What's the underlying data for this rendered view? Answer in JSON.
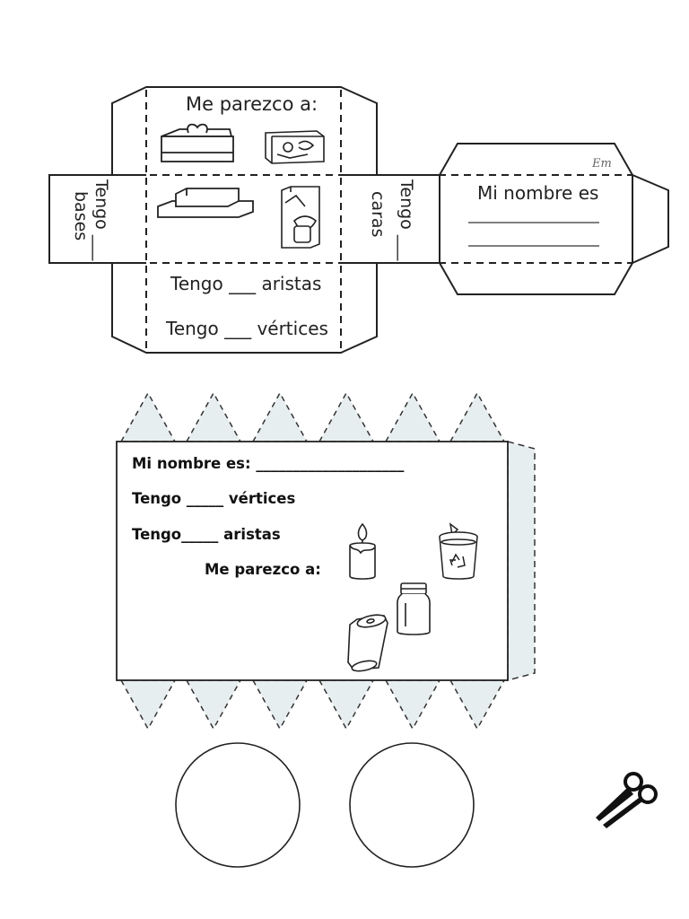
{
  "cube_net": {
    "top_flap_label": "Me parezco a:",
    "left_panel_label_1": "Tengo ___",
    "left_panel_label_2": "bases",
    "right_panel_label_1": "Tengo ___",
    "right_panel_label_2": "caras",
    "name_panel_label": "Mi nombre es",
    "watermark": "Em",
    "bottom_flap_line_1": "Tengo ___ aristas",
    "bottom_flap_line_2": "Tengo ___ vértices"
  },
  "cylinder_net": {
    "name_line": "Mi nombre es: ____________________",
    "vertices_line": "Tengo _____ vértices",
    "edges_line": "Tengo_____ aristas",
    "resembles_label": "Me parezco a:"
  },
  "icons": [
    "tissue-box-icon",
    "snack-box-icon",
    "butter-icon",
    "juice-box-icon",
    "candle-icon",
    "recycling-bin-icon",
    "jar-icon",
    "soda-can-icon",
    "scissors-icon"
  ]
}
